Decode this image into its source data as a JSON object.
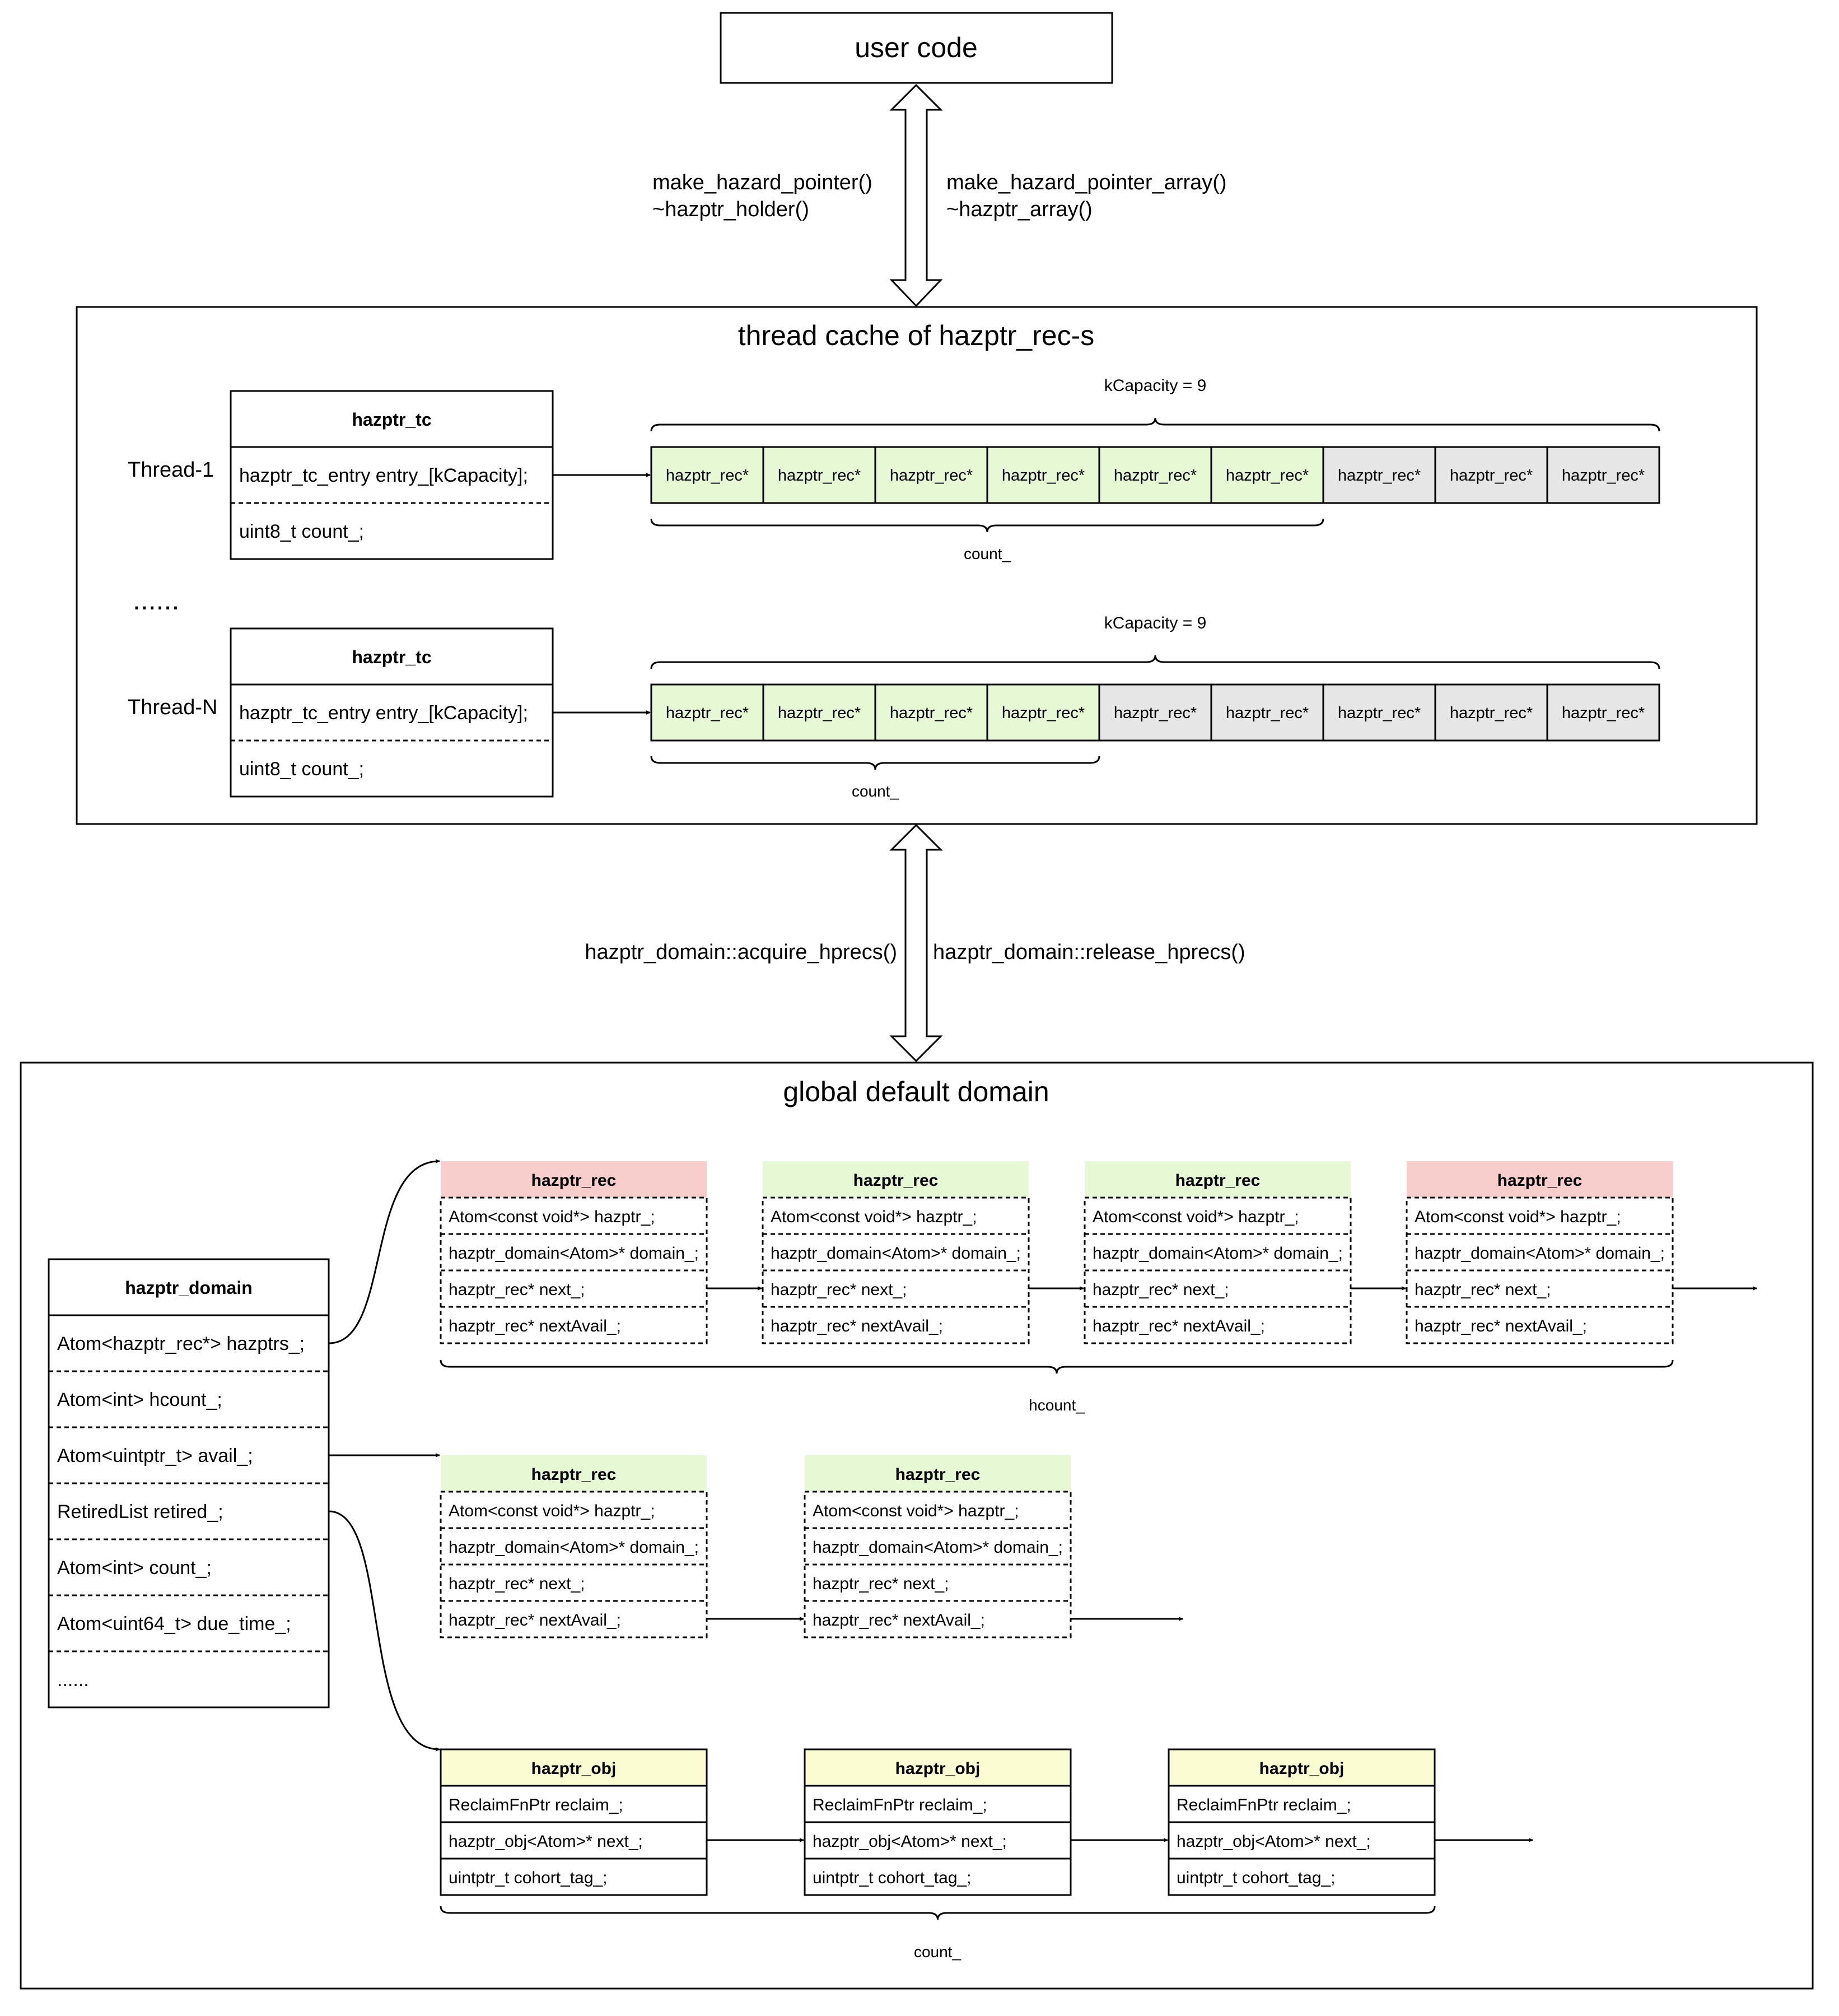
{
  "user_code": {
    "label": "user code"
  },
  "top_arrow": {
    "left_lines": [
      "make_hazard_pointer()",
      "~hazptr_holder()"
    ],
    "right_lines": [
      "make_hazard_pointer_array()",
      "~hazptr_array()"
    ]
  },
  "thread_cache": {
    "title": "thread cache of hazptr_rec-s",
    "ellipsis": "......",
    "threads": [
      {
        "thread_label": "Thread-1",
        "struct": {
          "header": "hazptr_tc",
          "rows": [
            "hazptr_tc_entry entry_[kCapacity];",
            "uint8_t count_;"
          ]
        },
        "capacity_label": "kCapacity = 9",
        "count_label": "count_",
        "used": 6,
        "cells": [
          "hazptr_rec*",
          "hazptr_rec*",
          "hazptr_rec*",
          "hazptr_rec*",
          "hazptr_rec*",
          "hazptr_rec*",
          "hazptr_rec*",
          "hazptr_rec*",
          "hazptr_rec*"
        ]
      },
      {
        "thread_label": "Thread-N",
        "struct": {
          "header": "hazptr_tc",
          "rows": [
            "hazptr_tc_entry entry_[kCapacity];",
            "uint8_t count_;"
          ]
        },
        "capacity_label": "kCapacity = 9",
        "count_label": "count_",
        "used": 4,
        "cells": [
          "hazptr_rec*",
          "hazptr_rec*",
          "hazptr_rec*",
          "hazptr_rec*",
          "hazptr_rec*",
          "hazptr_rec*",
          "hazptr_rec*",
          "hazptr_rec*",
          "hazptr_rec*"
        ]
      }
    ]
  },
  "mid_arrow": {
    "left_label": "hazptr_domain::acquire_hprecs()",
    "right_label": "hazptr_domain::release_hprecs()"
  },
  "global_domain": {
    "title": "global default domain",
    "domain_struct": {
      "header": "hazptr_domain",
      "rows": [
        "Atom<hazptr_rec*> hazptrs_;",
        "Atom<int> hcount_;",
        "Atom<uintptr_t> avail_;",
        "RetiredList retired_;",
        "Atom<int> count_;",
        "Atom<uint64_t> due_time_;",
        "......"
      ]
    },
    "hazptrs_list": {
      "brace_label": "hcount_",
      "nodes": [
        {
          "header": "hazptr_rec",
          "state": "red",
          "rows": [
            "Atom<const void*> hazptr_;",
            "hazptr_domain<Atom>* domain_;",
            "hazptr_rec* next_;",
            "hazptr_rec* nextAvail_;"
          ]
        },
        {
          "header": "hazptr_rec",
          "state": "green",
          "rows": [
            "Atom<const void*> hazptr_;",
            "hazptr_domain<Atom>* domain_;",
            "hazptr_rec* next_;",
            "hazptr_rec* nextAvail_;"
          ]
        },
        {
          "header": "hazptr_rec",
          "state": "green",
          "rows": [
            "Atom<const void*> hazptr_;",
            "hazptr_domain<Atom>* domain_;",
            "hazptr_rec* next_;",
            "hazptr_rec* nextAvail_;"
          ]
        },
        {
          "header": "hazptr_rec",
          "state": "red",
          "rows": [
            "Atom<const void*> hazptr_;",
            "hazptr_domain<Atom>* domain_;",
            "hazptr_rec* next_;",
            "hazptr_rec* nextAvail_;"
          ]
        }
      ]
    },
    "avail_list": {
      "nodes": [
        {
          "header": "hazptr_rec",
          "state": "green",
          "rows": [
            "Atom<const void*> hazptr_;",
            "hazptr_domain<Atom>* domain_;",
            "hazptr_rec* next_;",
            "hazptr_rec* nextAvail_;"
          ]
        },
        {
          "header": "hazptr_rec",
          "state": "green",
          "rows": [
            "Atom<const void*> hazptr_;",
            "hazptr_domain<Atom>* domain_;",
            "hazptr_rec* next_;",
            "hazptr_rec* nextAvail_;"
          ]
        }
      ]
    },
    "retired_list": {
      "brace_label": "count_",
      "nodes": [
        {
          "header": "hazptr_obj",
          "rows": [
            "ReclaimFnPtr reclaim_;",
            "hazptr_obj<Atom>* next_;",
            "uintptr_t cohort_tag_;"
          ]
        },
        {
          "header": "hazptr_obj",
          "rows": [
            "ReclaimFnPtr reclaim_;",
            "hazptr_obj<Atom>* next_;",
            "uintptr_t cohort_tag_;"
          ]
        },
        {
          "header": "hazptr_obj",
          "rows": [
            "ReclaimFnPtr reclaim_;",
            "hazptr_obj<Atom>* next_;",
            "uintptr_t cohort_tag_;"
          ]
        }
      ]
    }
  },
  "colors": {
    "used_cell": "#e6f9d4",
    "free_cell": "#e6e6e6",
    "rec_active_header": "#f8cecc",
    "rec_free_header": "#e6f9d4",
    "obj_header": "#fcfcd3",
    "stroke": "#000000"
  }
}
